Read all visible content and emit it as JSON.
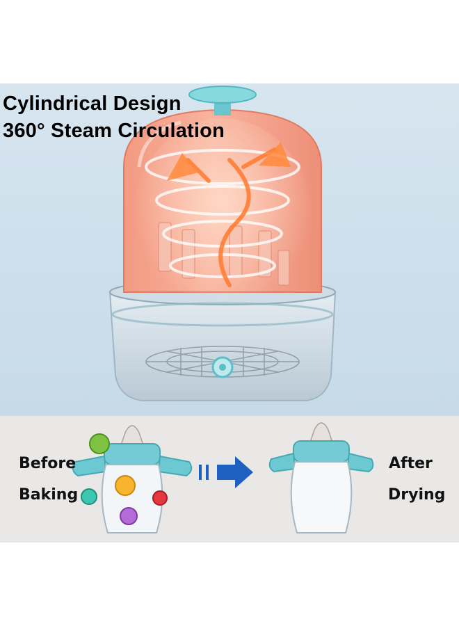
{
  "headline": {
    "line1": "Cylindrical Design",
    "line2": "360° Steam Circulation"
  },
  "comparison": {
    "before_line1": "Before",
    "before_line2": "Baking",
    "after_line1": "After",
    "after_line2": "Drying"
  },
  "colors": {
    "hero_bg": "#cfe0ec",
    "dome": "#f5a58c",
    "knob": "#7fd3d8",
    "arrow": "#1f5fbf",
    "panel_bg": "#e9e8e6",
    "wing": "#6cc9d2"
  },
  "icons": [
    "sterilizer-dome",
    "steam-swirl-icon",
    "power-button-icon",
    "germ-icon",
    "baby-bottle",
    "right-arrow-icon"
  ]
}
